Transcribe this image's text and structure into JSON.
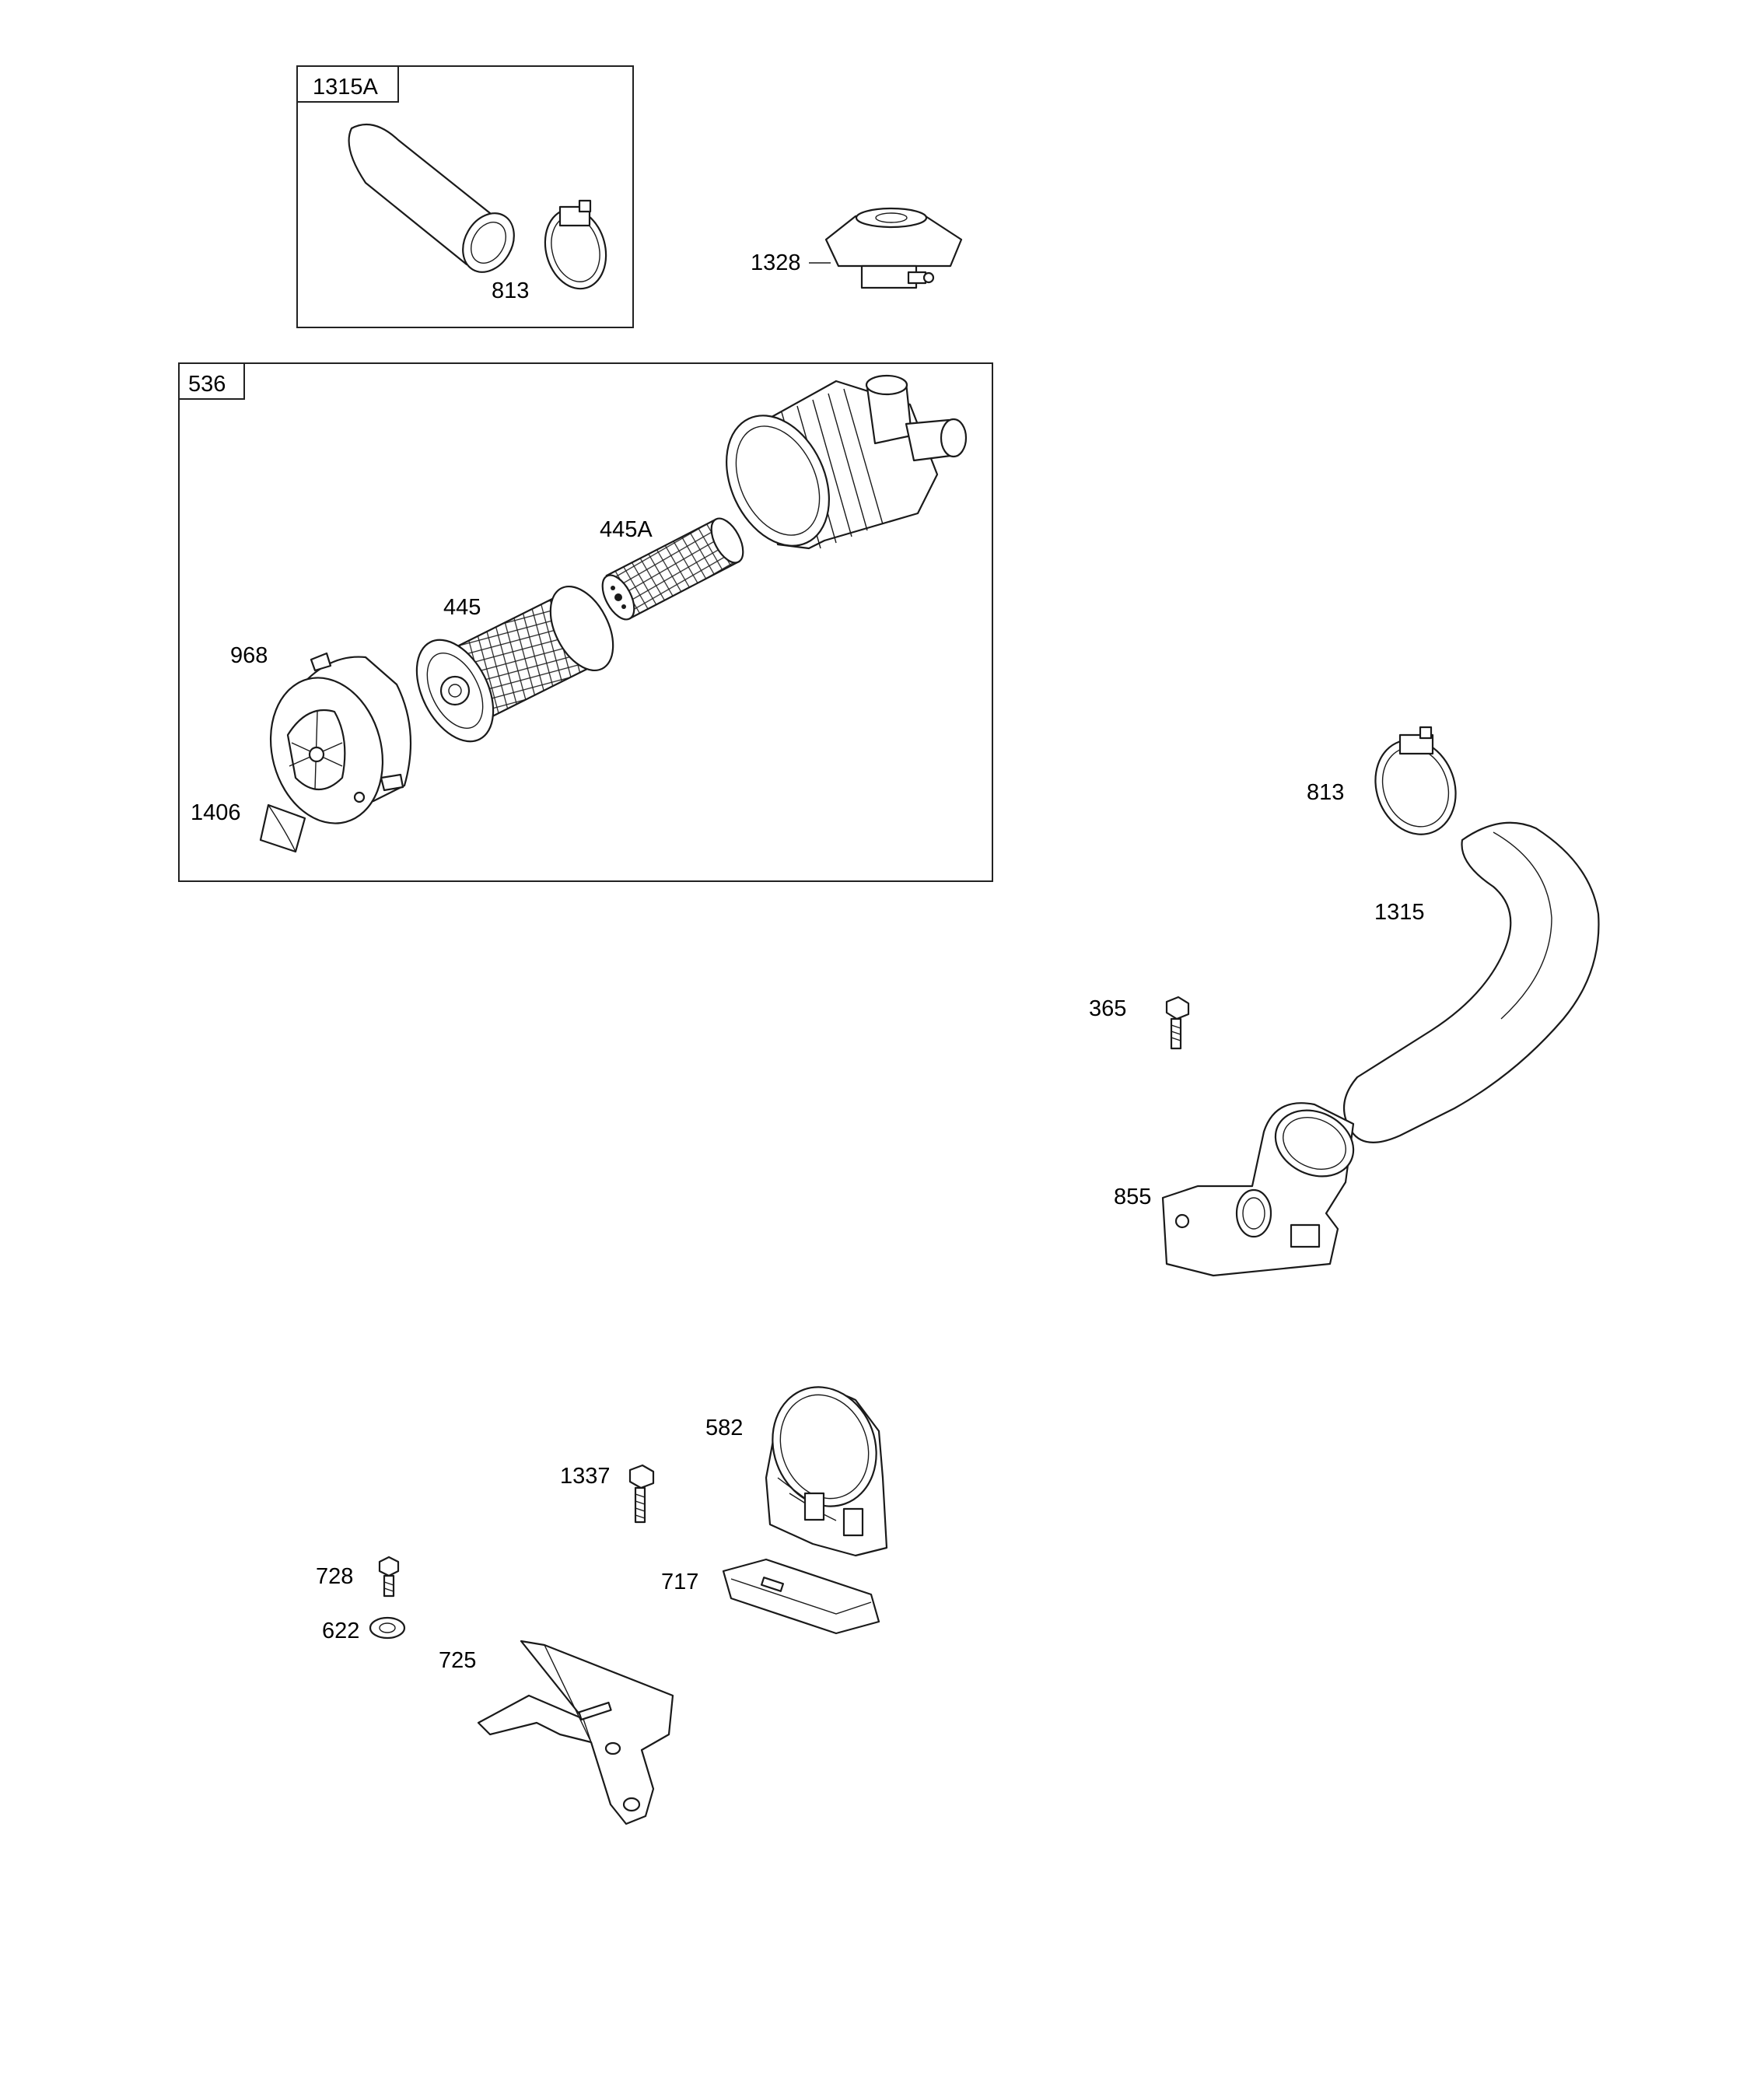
{
  "groups": {
    "g1315A": "1315A",
    "g536": "536"
  },
  "callouts": {
    "c813a": "813",
    "c1328": "1328",
    "c445A": "445A",
    "c445": "445",
    "c968": "968",
    "c1406": "1406",
    "c813b": "813",
    "c1315": "1315",
    "c365": "365",
    "c855": "855",
    "c582": "582",
    "c1337": "1337",
    "c728": "728",
    "c717": "717",
    "c622": "622",
    "c725": "725"
  }
}
